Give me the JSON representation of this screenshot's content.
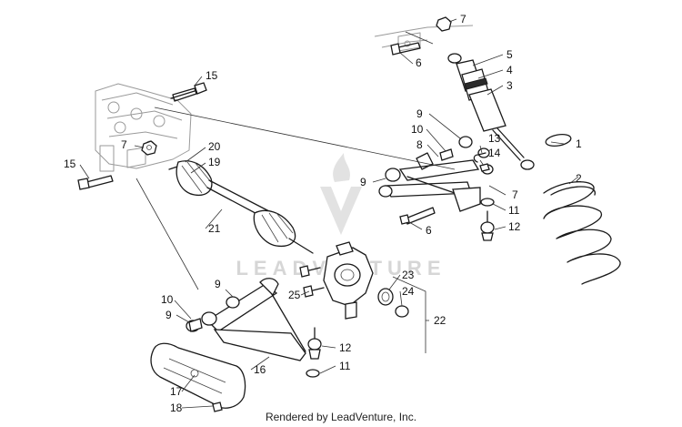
{
  "footer": "Rendered by LeadVenture, Inc.",
  "watermark": {
    "text": "LEADVENTURE",
    "color": "#d6d6d6"
  },
  "callouts": [
    {
      "id": "c1",
      "label": "1"
    },
    {
      "id": "c2",
      "label": "2"
    },
    {
      "id": "c3",
      "label": "3"
    },
    {
      "id": "c4",
      "label": "4"
    },
    {
      "id": "c5",
      "label": "5"
    },
    {
      "id": "c6a",
      "label": "6"
    },
    {
      "id": "c6b",
      "label": "6"
    },
    {
      "id": "c7a",
      "label": "7"
    },
    {
      "id": "c7b",
      "label": "7"
    },
    {
      "id": "c7c",
      "label": "7"
    },
    {
      "id": "c8",
      "label": "8"
    },
    {
      "id": "c9a",
      "label": "9"
    },
    {
      "id": "c9b",
      "label": "9"
    },
    {
      "id": "c9c",
      "label": "9"
    },
    {
      "id": "c9d",
      "label": "9"
    },
    {
      "id": "c10a",
      "label": "10"
    },
    {
      "id": "c10b",
      "label": "10"
    },
    {
      "id": "c11a",
      "label": "11"
    },
    {
      "id": "c11b",
      "label": "11"
    },
    {
      "id": "c12a",
      "label": "12"
    },
    {
      "id": "c12b",
      "label": "12"
    },
    {
      "id": "c13",
      "label": "13"
    },
    {
      "id": "c14",
      "label": "14"
    },
    {
      "id": "c15a",
      "label": "15"
    },
    {
      "id": "c15b",
      "label": "15"
    },
    {
      "id": "c16",
      "label": "16"
    },
    {
      "id": "c17",
      "label": "17"
    },
    {
      "id": "c18",
      "label": "18"
    },
    {
      "id": "c19",
      "label": "19"
    },
    {
      "id": "c20",
      "label": "20"
    },
    {
      "id": "c21",
      "label": "21"
    },
    {
      "id": "c22",
      "label": "22"
    },
    {
      "id": "c23",
      "label": "23"
    },
    {
      "id": "c24",
      "label": "24"
    },
    {
      "id": "c25",
      "label": "25"
    }
  ]
}
